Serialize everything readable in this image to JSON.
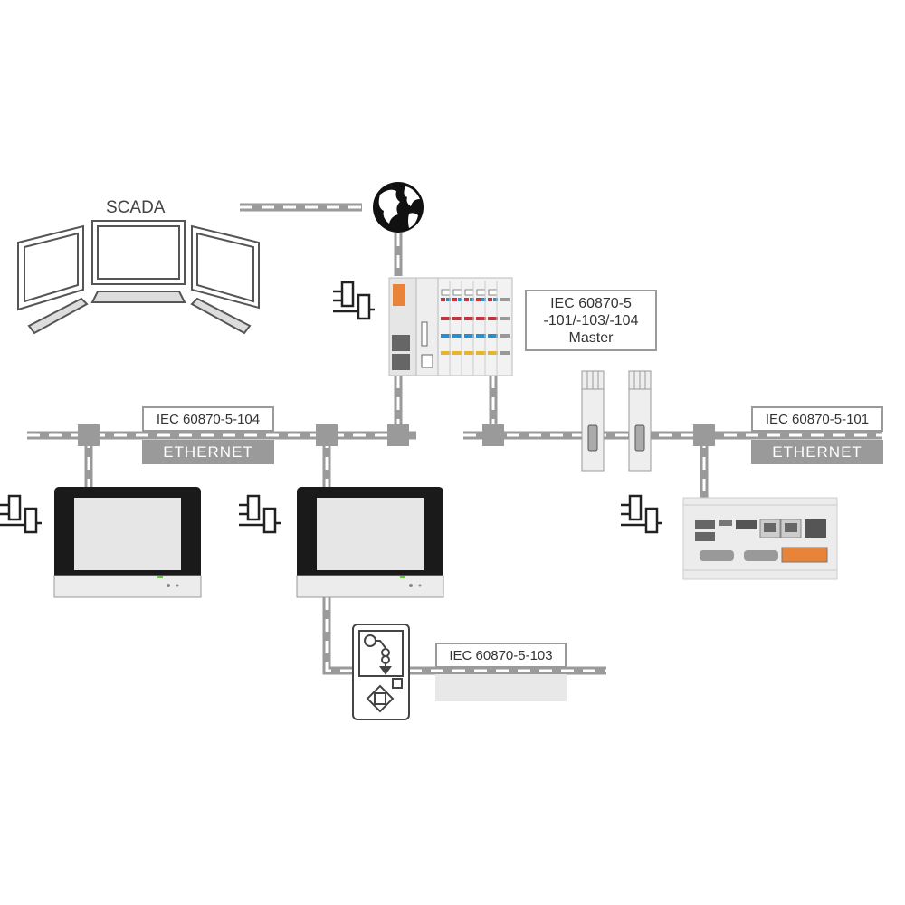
{
  "scada_label": "SCADA",
  "master_label": {
    "line1": "IEC 60870-5",
    "line2": "-101/-103/-104",
    "line3": "Master"
  },
  "networks": [
    {
      "protocol": "IEC 60870-5-104",
      "medium": "ETHERNET"
    },
    {
      "protocol": "IEC 60870-5-101",
      "medium": "ETHERNET"
    },
    {
      "protocol": "IEC 60870-5-103"
    }
  ],
  "icons": [
    "globe-icon",
    "contact-symbol-icon",
    "monitor-icon",
    "keyboard-icon",
    "controller-icon",
    "touch-panel-icon",
    "protection-relay-icon",
    "serial-converter-icon",
    "edge-controller-icon"
  ],
  "colors": {
    "bus": "#9a9a9a",
    "panel_frame": "#1a1a1a",
    "accent_red": "#c8323c",
    "accent_blue": "#2a8fc8",
    "accent_yellow": "#e6b42d",
    "accent_orange": "#e8833a"
  }
}
